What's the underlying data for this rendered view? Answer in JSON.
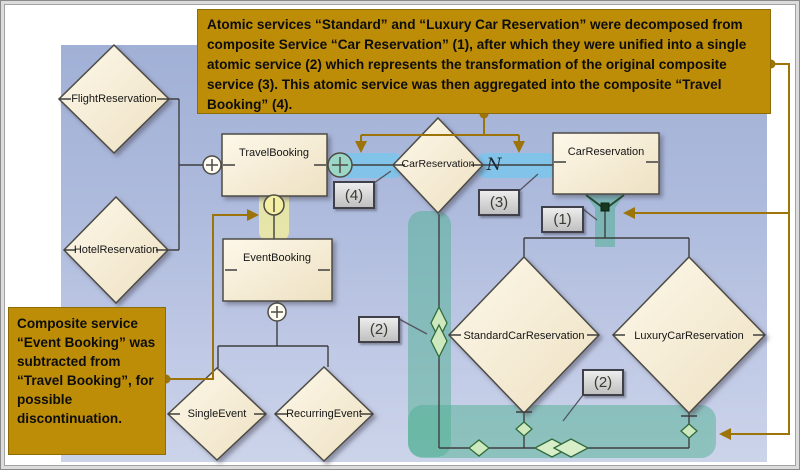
{
  "figure": {
    "type": "service-composition-diagram"
  },
  "annotations": {
    "top_note": "Atomic services “Standard” and “Luxury Car Reservation” were decomposed from composite Service “Car Reservation” (1), after which they were unified into a single atomic service (2) which represents the transformation of the original composite service (3). This atomic service was then aggregated into the composite “Travel Booking” (4).",
    "left_note": "Composite service “Event Booking” was subtracted from “Travel Booking”, for possible discontinuation."
  },
  "nodes": {
    "flight_reservation": {
      "label": "FlightReservation",
      "shape": "diamond"
    },
    "hotel_reservation": {
      "label": "HotelReservation",
      "shape": "diamond"
    },
    "travel_booking": {
      "label": "TravelBooking",
      "shape": "rectangle"
    },
    "event_booking": {
      "label": "EventBooking",
      "shape": "rectangle"
    },
    "car_reservation_atomic": {
      "label": "CarReservation",
      "shape": "diamond"
    },
    "car_reservation_composite": {
      "label": "CarReservation",
      "shape": "rectangle"
    },
    "standard_car_reservation": {
      "label": "StandardCarReservation",
      "shape": "diamond"
    },
    "luxury_car_reservation": {
      "label": "LuxuryCarReservation",
      "shape": "diamond"
    },
    "single_event": {
      "label": "SingleEvent",
      "shape": "diamond"
    },
    "recurring_event": {
      "label": "RecurringEvent",
      "shape": "diamond"
    }
  },
  "ref_labels": {
    "step1": "(1)",
    "step2_left": "(2)",
    "step2_right": "(2)",
    "step3": "(3)",
    "step4": "(4)"
  },
  "symbols": {
    "transformation": "N"
  },
  "colors": {
    "annotation_bg": "#bd8d07",
    "connector_gold": "#9d7409",
    "highlight_blue": "#7cc4ea",
    "highlight_teal": "#4daf92",
    "highlight_yellow": "#eeeaa2",
    "node_fill": "#f9f1dd",
    "canvas_top": "#a1b0d6",
    "canvas_bottom": "#ccd4ea"
  }
}
